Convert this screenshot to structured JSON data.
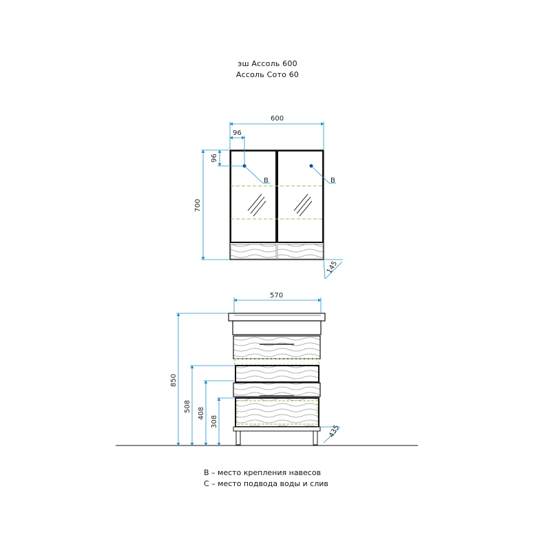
{
  "titles": {
    "line1": "эш Ассоль 600",
    "line2": "Ассоль Сото 60"
  },
  "dimensions": {
    "mirror_width": "600",
    "mirror_offset_x": "96",
    "mirror_offset_y": "96",
    "mirror_height": "700",
    "mirror_depth": "145",
    "vanity_width": "570",
    "vanity_height": "850",
    "height_508": "508",
    "height_408": "408",
    "height_308": "308",
    "vanity_depth": "435",
    "mount_label_left": "B",
    "mount_label_right": "B"
  },
  "legend": {
    "line1": "B – место крепления навесов",
    "line2": "C – место подвода воды и слив"
  },
  "colors": {
    "dimension_line": "#1e90c8",
    "outline": "#111111",
    "guide": "#8fbf5a",
    "wave": "#9a9a9a"
  }
}
